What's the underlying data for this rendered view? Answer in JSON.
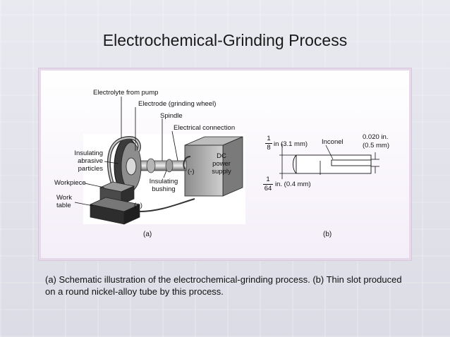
{
  "slide": {
    "title": "Electrochemical-Grinding Process"
  },
  "figure_a": {
    "labels": {
      "electrolyte": "Electrolyte from pump",
      "electrode": "Electrode (grinding wheel)",
      "spindle": "Spindle",
      "electrical": "Electrical connection",
      "insulating_abrasive": "Insulating\nabrasive\nparticles",
      "workpiece": "Workpiece",
      "work_table": "Work\ntable",
      "insulating_bushing": "Insulating\nbushing",
      "dc_supply": "DC\npower\nsupply",
      "minus": "(-)",
      "plus": "(+)"
    },
    "sublabel": "(a)"
  },
  "figure_b": {
    "frac_eighth_num": "1",
    "frac_eighth_den": "8",
    "dim_eighth": "in (3.1 mm)",
    "frac_64_num": "1",
    "frac_64_den": "64",
    "dim_64": "in. (0.4 mm)",
    "material": "Inconel",
    "slot_dim_in": "0.020 in.",
    "slot_dim_mm": "(0.5 mm)",
    "sublabel": "(b)"
  },
  "caption": "(a)  Schematic illustration of the electrochemical-grinding process.  (b)  Thin slot produced on a round nickel-alloy tube by this process."
}
